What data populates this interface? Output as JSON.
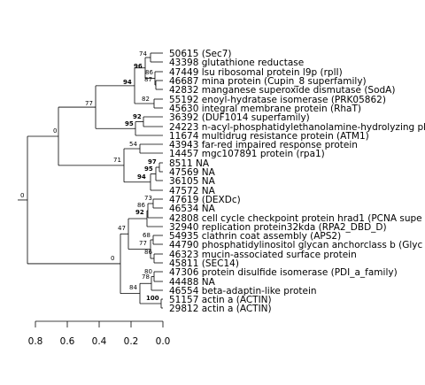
{
  "leaves": [
    "50615 (Sec7)",
    "43398 glutathione reductase",
    "47449 lsu ribosomal protein l9p (rplI)",
    "46687 mina protein (Cupin_8 superfamily)",
    "42832 manganese superoxide dismutase (SodA)",
    "55192 enoyl-hydratase isomerase (PRK05862)",
    "45630 integral membrane protein (RhaT)",
    "36392 (DUF1014 superfamily)",
    "24223 n-acyl-phosphatidylethanolamine-hydrolyzing ph",
    "11674 multidrug resistance protein (ATM1)",
    "43943 far-red impaired response protein",
    "14457 mgc107891 protein (rpa1)",
    "8511 NA",
    "47569 NA",
    "36105 NA",
    "47572 NA",
    "47619 (DEXDc)",
    "46534 NA",
    "42808 cell cycle checkpoint protein hrad1 (PCNA supe",
    "32940 replication protein32kda (RPA2_DBD_D)",
    "54935 clathrin coat assembly (APS2)",
    "44790 phosphatidylinositol glycan anchorclass b (Glyc",
    "46323 mucin-associated surface protein",
    "45811 (SEC14)",
    "47306 protein disulfide isomerase (PDI_a_family)",
    "44488 NA",
    "46554 beta-adaptin-like protein",
    "51157 actin a (ACTIN)",
    "29812 actin a (ACTIN)"
  ],
  "bootstrap": [
    {
      "label": "74",
      "bold": false
    },
    {
      "label": "96",
      "bold": true
    },
    {
      "label": "86",
      "bold": false
    },
    {
      "label": "87",
      "bold": false
    },
    {
      "label": "94",
      "bold": true
    },
    {
      "label": "82",
      "bold": false
    },
    {
      "label": "77",
      "bold": false
    },
    {
      "label": "92",
      "bold": true
    },
    {
      "label": "95",
      "bold": true
    },
    {
      "label": "0",
      "bold": false
    },
    {
      "label": "54",
      "bold": false
    },
    {
      "label": "97",
      "bold": true
    },
    {
      "label": "95",
      "bold": true
    },
    {
      "label": "94",
      "bold": true
    },
    {
      "label": "71",
      "bold": false
    },
    {
      "label": "0",
      "bold": false
    },
    {
      "label": "73",
      "bold": false
    },
    {
      "label": "86",
      "bold": false
    },
    {
      "label": "92",
      "bold": true
    },
    {
      "label": "47",
      "bold": false
    },
    {
      "label": "68",
      "bold": false
    },
    {
      "label": "77",
      "bold": false
    },
    {
      "label": "86",
      "bold": false
    },
    {
      "label": "0",
      "bold": false
    },
    {
      "label": "80",
      "bold": false
    },
    {
      "label": "78",
      "bold": false
    },
    {
      "label": "84",
      "bold": false
    },
    {
      "label": "100",
      "bold": true
    }
  ],
  "scale": {
    "min": 0.0,
    "max": 0.8,
    "ticks": [
      "0.8",
      "0.6",
      "0.4",
      "0.2",
      "0.0"
    ]
  }
}
